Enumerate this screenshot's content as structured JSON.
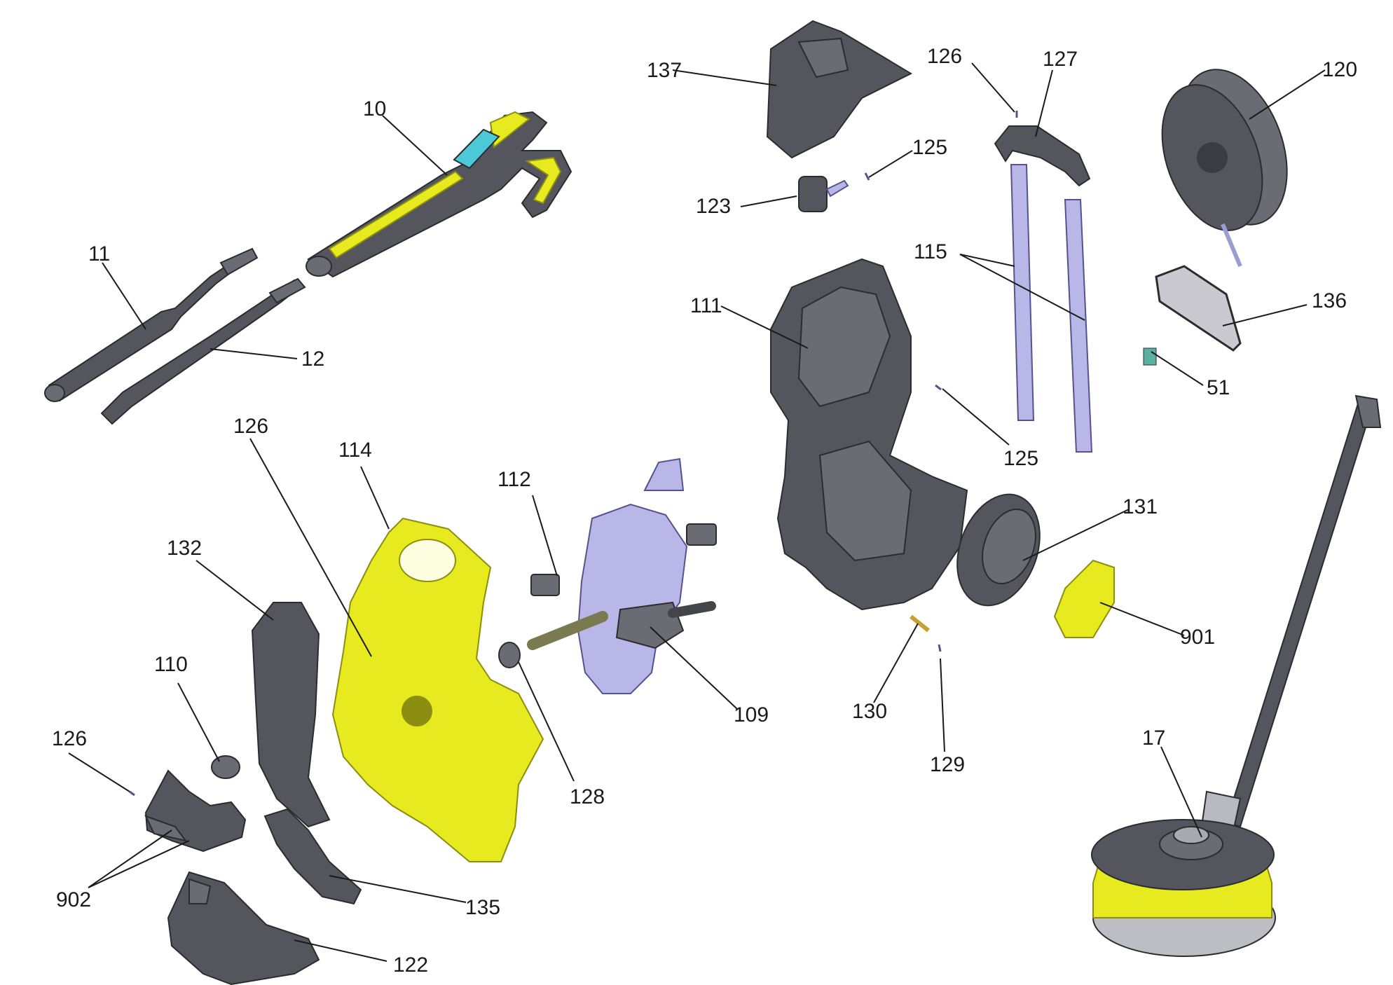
{
  "diagram": {
    "colors": {
      "dark_plastic": "#55565d",
      "yellow_plastic": "#e6ea1e",
      "lavender_metal": "#b9b6e8",
      "line": "#1a1a1a"
    },
    "labels": {
      "l10": "10",
      "l11": "11",
      "l12": "12",
      "l17": "17",
      "l51": "51",
      "l109": "109",
      "l110": "110",
      "l111": "111",
      "l112": "112",
      "l114": "114",
      "l115": "115",
      "l120": "120",
      "l122": "122",
      "l123": "123",
      "l125a": "125",
      "l125b": "125",
      "l126a": "126",
      "l126b": "126",
      "l126c": "126",
      "l127": "127",
      "l128": "128",
      "l129": "129",
      "l130": "130",
      "l131": "131",
      "l132": "132",
      "l135": "135",
      "l136": "136",
      "l137": "137",
      "l901": "901",
      "l902": "902"
    }
  }
}
